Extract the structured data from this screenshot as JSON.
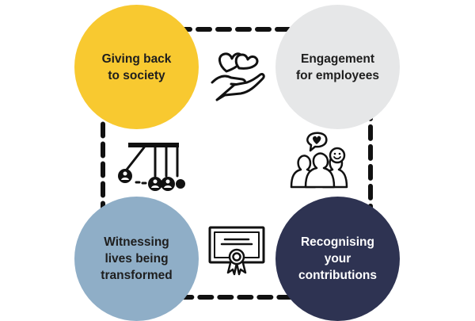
{
  "colors": {
    "giving": "#f8c930",
    "engagement": "#e6e7e8",
    "witnessing": "#8faec7",
    "recognising": "#2e3352",
    "dark_text": "#1e1e1e",
    "light_text": "#ffffff",
    "ring": "#111111"
  },
  "nodes": {
    "giving": {
      "line1": "Giving back",
      "line2": "to society"
    },
    "engagement": {
      "line1": "Engagement",
      "line2": "for employees"
    },
    "witnessing": {
      "line1": "Witnessing",
      "line2": "lives being",
      "line3": "transformed"
    },
    "recognising": {
      "line1": "Recognising",
      "line2": "your",
      "line3": "contributions"
    }
  },
  "icons": {
    "top": "hand-holding-hearts-icon",
    "left": "newtons-cradle-people-icon",
    "right": "group-chat-heart-smile-icon",
    "bottom": "certificate-icon"
  }
}
